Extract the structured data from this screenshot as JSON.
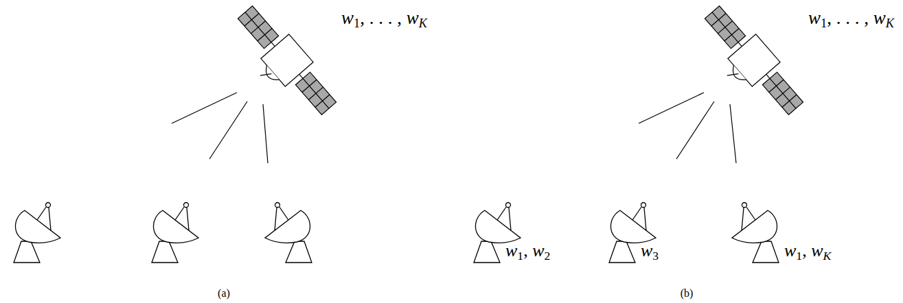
{
  "diagram": {
    "labels": [
      "w1, . . . , wK",
      "w1, . . . , wK",
      "w1, w2",
      "w3",
      "w1, wK",
      "(a)",
      "(b)"
    ]
  }
}
